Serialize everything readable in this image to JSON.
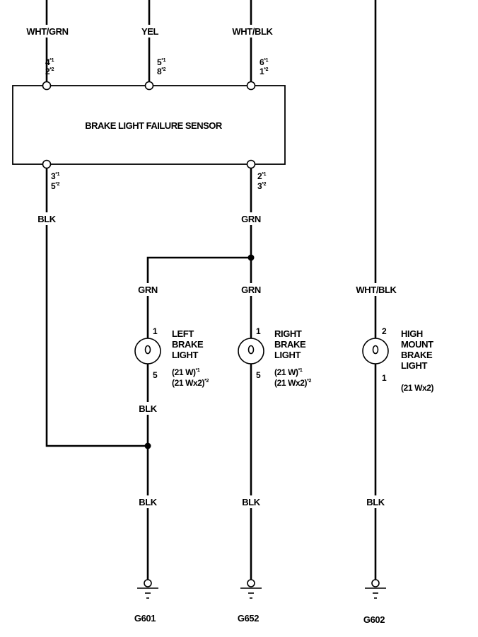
{
  "sensor": {
    "name": "BRAKE LIGHT FAILURE SENSOR",
    "inputs": [
      {
        "wire": "WHT/GRN",
        "pin_a": "4",
        "pin_b": "2"
      },
      {
        "wire": "YEL",
        "pin_a": "5",
        "pin_b": "8"
      },
      {
        "wire": "WHT/BLK",
        "pin_a": "6",
        "pin_b": "1"
      }
    ],
    "outputs": [
      {
        "wire": "BLK",
        "pin_a": "3",
        "pin_b": "5"
      },
      {
        "wire": "GRN",
        "pin_a": "2",
        "pin_b": "3"
      }
    ]
  },
  "marks": {
    "m1": "*1",
    "m2": "*2"
  },
  "lights": {
    "left": {
      "wire_in": "GRN",
      "pin_in": "1",
      "pin_out": "5",
      "wire_out": "BLK",
      "label": [
        "LEFT",
        "BRAKE",
        "LIGHT"
      ],
      "spec1": "(21 W)",
      "spec2": "(21 Wx2)"
    },
    "right": {
      "wire_in": "GRN",
      "pin_in": "1",
      "pin_out": "5",
      "label": [
        "RIGHT",
        "BRAKE",
        "LIGHT"
      ],
      "spec1": "(21 W)",
      "spec2": "(21 Wx2)"
    },
    "high": {
      "wire_in": "WHT/BLK",
      "pin_in": "2",
      "pin_out": "1",
      "label": [
        "HIGH",
        "MOUNT",
        "BRAKE",
        "LIGHT"
      ],
      "spec": "(21 Wx2)"
    }
  },
  "grounds": [
    {
      "wire": "BLK",
      "name": "G601"
    },
    {
      "wire": "BLK",
      "name": "G652"
    },
    {
      "wire": "BLK",
      "name": "G602"
    }
  ]
}
